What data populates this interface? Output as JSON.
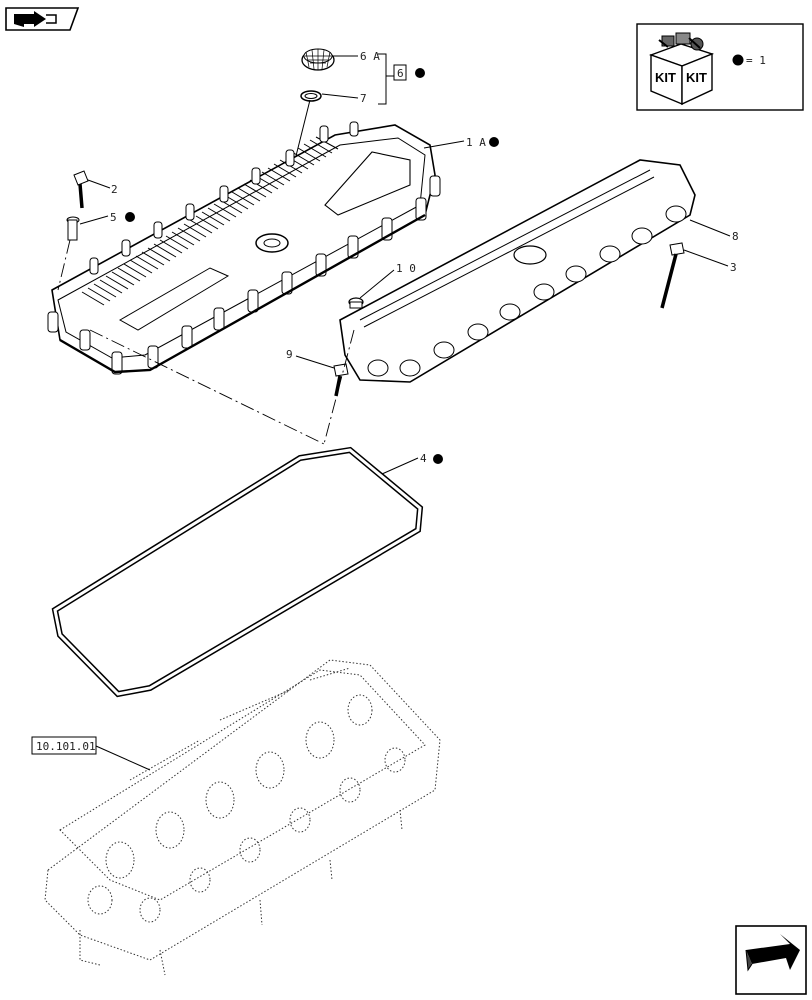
{
  "callouts": {
    "c_6A": "6 A",
    "c_7": "7",
    "c_6": "6",
    "c_1A": "1 A",
    "c_2": "2",
    "c_5": "5",
    "c_8": "8",
    "c_3": "3",
    "c_10": "1 0",
    "c_9": "9",
    "c_4": "4"
  },
  "kit_legend": {
    "label_1": "KIT",
    "label_2": "KIT",
    "equals_text": "= 1"
  },
  "reference": {
    "label": "10.101.01"
  },
  "icons": {
    "top_left": "previous-page-arrow-icon",
    "bottom_right": "next-page-arrow-icon"
  }
}
